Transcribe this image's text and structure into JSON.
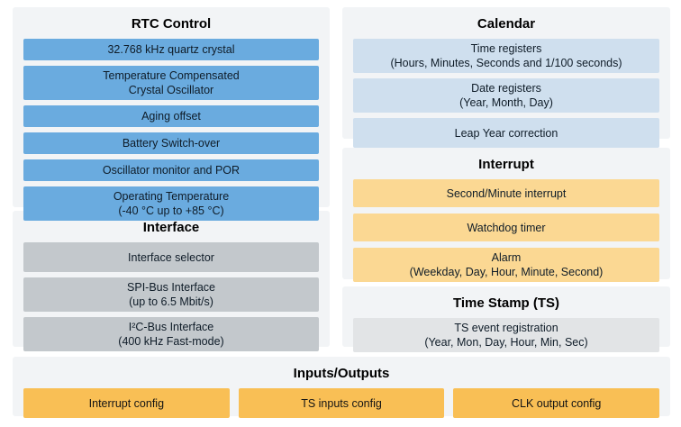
{
  "diagram": {
    "panels": {
      "rtc_control": {
        "title": "RTC Control",
        "items": [
          "32.768 kHz quartz crystal",
          "Temperature Compensated\nCrystal Oscillator",
          "Aging offset",
          "Battery Switch-over",
          "Oscillator monitor and POR",
          "Operating Temperature\n(-40 °C up to +85 °C)"
        ]
      },
      "interface": {
        "title": "Interface",
        "items": [
          "Interface selector",
          "SPI-Bus Interface\n(up to 6.5 Mbit/s)",
          "I²C-Bus Interface\n(400 kHz Fast-mode)"
        ]
      },
      "calendar": {
        "title": "Calendar",
        "items": [
          "Time registers\n(Hours, Minutes, Seconds and 1/100 seconds)",
          "Date registers\n(Year, Month, Day)",
          "Leap Year correction"
        ]
      },
      "interrupt": {
        "title": "Interrupt",
        "items": [
          "Second/Minute interrupt",
          "Watchdog timer",
          "Alarm\n(Weekday, Day, Hour, Minute, Second)"
        ]
      },
      "time_stamp": {
        "title": "Time Stamp (TS)",
        "items": [
          "TS event registration\n(Year, Mon, Day, Hour, Min, Sec)"
        ]
      },
      "inputs_outputs": {
        "title": "Inputs/Outputs",
        "items": [
          "Interrupt config",
          "TS inputs config",
          "CLK output config"
        ]
      }
    },
    "colors": {
      "page_bg": "#ffffff",
      "panel_bg": "#f2f4f6",
      "rtc_box": "#6aabdf",
      "interface_box": "#c3c8cc",
      "calendar_box": "#cfdfee",
      "interrupt_box": "#fbd893",
      "time_stamp_box": "#e2e4e6",
      "io_box": "#f9bf55",
      "box_text": "#0f1c28",
      "title_text": "#000000"
    }
  }
}
